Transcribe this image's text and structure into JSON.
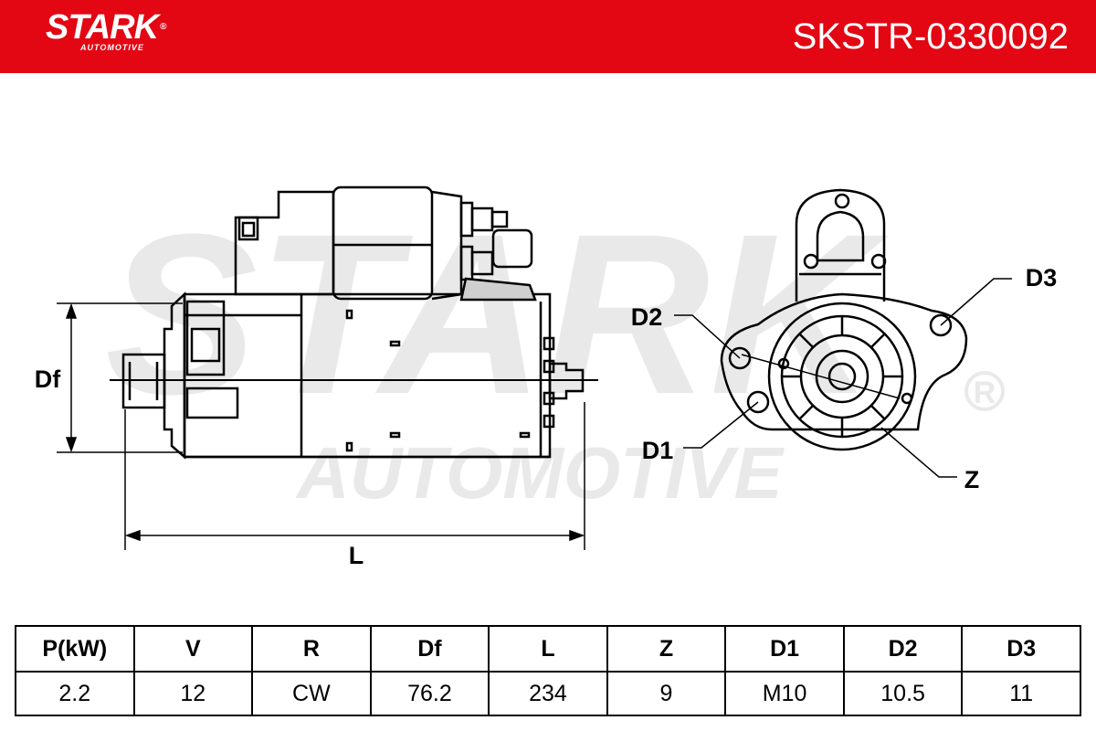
{
  "brand": {
    "name": "STARK",
    "sub": "AUTOMOTIVE",
    "reg_mark": "®",
    "color": "#e30613"
  },
  "part_number": "SKSTR-0330092",
  "watermark": {
    "main": "STARK",
    "sub": "AUTOMOTIVE",
    "reg_mark": "®"
  },
  "drawing_labels": {
    "df": "Df",
    "l": "L",
    "d1": "D1",
    "d2": "D2",
    "d3": "D3",
    "z": "Z"
  },
  "spec_table": {
    "headers": [
      "P(kW)",
      "V",
      "R",
      "Df",
      "L",
      "Z",
      "D1",
      "D2",
      "D3"
    ],
    "values": [
      "2.2",
      "12",
      "CW",
      "76.2",
      "234",
      "9",
      "M10",
      "10.5",
      "11"
    ]
  }
}
